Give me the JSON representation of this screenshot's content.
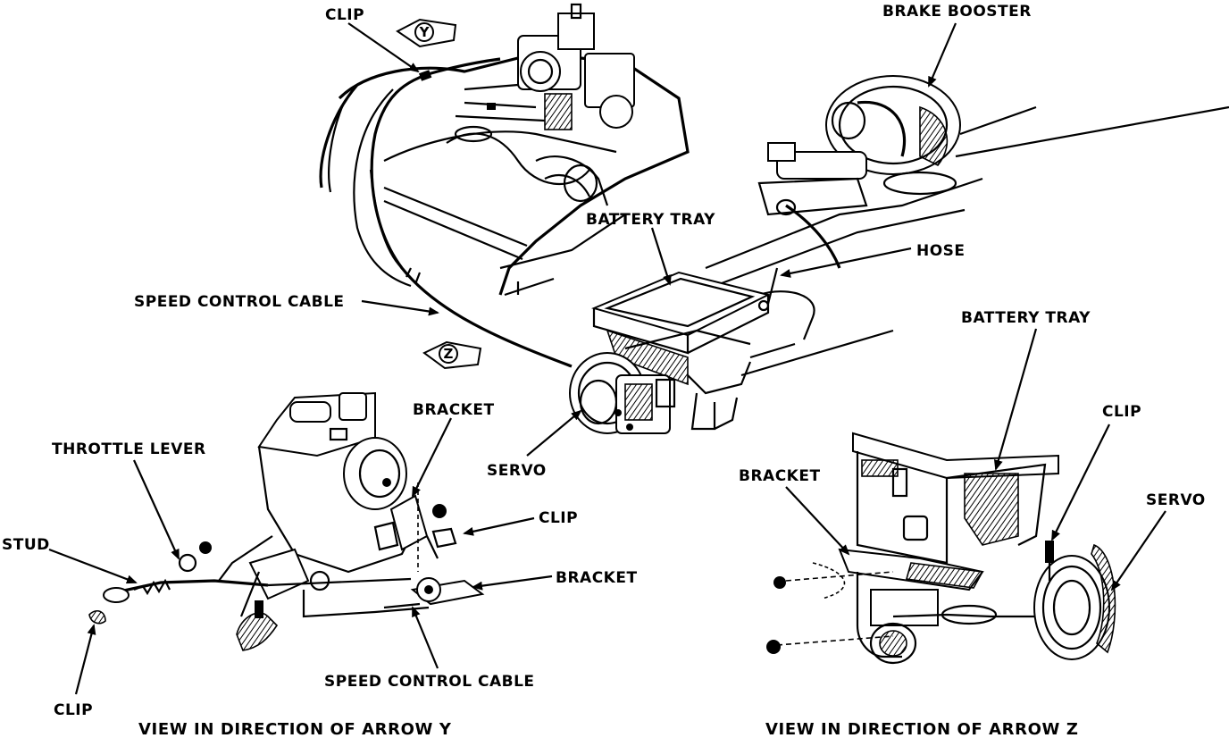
{
  "labels": {
    "clip_top": "CLIP",
    "brake_booster": "BRAKE BOOSTER",
    "battery_tray_main": "BATTERY TRAY",
    "hose": "HOSE",
    "speed_control_cable_main": "SPEED CONTROL CABLE",
    "servo_main": "SERVO",
    "bracket_y_upper": "BRACKET",
    "throttle_lever": "THROTTLE LEVER",
    "stud": "STUD",
    "clip_y_right": "CLIP",
    "bracket_y_lower": "BRACKET",
    "speed_control_cable_y": "SPEED CONTROL CABLE",
    "clip_y_bottom": "CLIP",
    "battery_tray_z": "BATTERY TRAY",
    "clip_z": "CLIP",
    "bracket_z": "BRACKET",
    "servo_z": "SERVO"
  },
  "arrows": {
    "y": "Y",
    "z": "Z"
  },
  "captions": {
    "view_y": "VIEW IN DIRECTION OF ARROW Y",
    "view_z": "VIEW IN DIRECTION OF ARROW Z"
  }
}
